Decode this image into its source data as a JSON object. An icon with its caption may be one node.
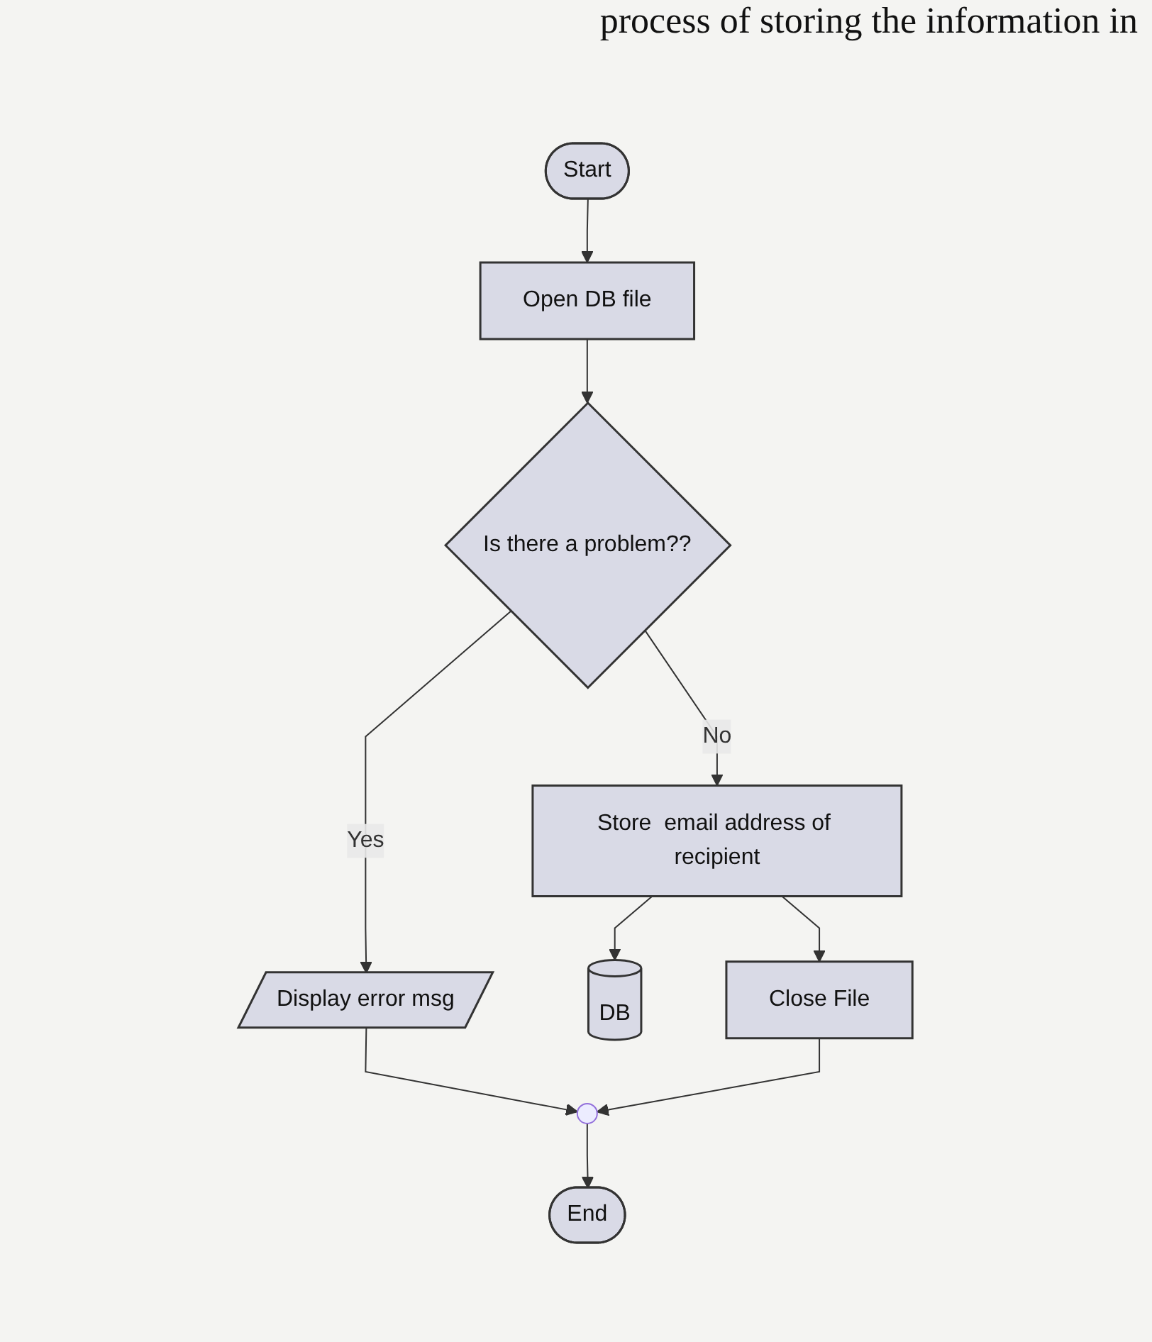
{
  "diagram": {
    "nodes": [
      {
        "text": [
          "Start"
        ]
      },
      {
        "text": [
          "Open DB file"
        ]
      },
      {
        "text": [
          "Is there a problem??"
        ]
      },
      {
        "text": [
          "Store  email address of recipient"
        ]
      },
      {
        "text": [
          "DB"
        ]
      },
      {
        "text": [
          "Display error msg"
        ]
      },
      {
        "text": [
          "Close File"
        ]
      },
      {
        "text": [],
        "shape": "circle"
      },
      {
        "text": [
          "End"
        ]
      }
    ],
    "edges": [
      {
        "from": 0,
        "to": 1,
        "arrow": "to"
      },
      {
        "from": 1,
        "to": 2,
        "arrow": "to"
      },
      {
        "from": 2,
        "to": 5,
        "label": "Yes",
        "arrow": "to"
      },
      {
        "from": 2,
        "to": 3,
        "label": "No",
        "arrow": "to"
      },
      {
        "from": 3,
        "to": 4,
        "arrow": "to"
      },
      {
        "from": 3,
        "to": 6,
        "arrow": "to"
      },
      {
        "from": 5,
        "to": 7,
        "arrow": "to"
      },
      {
        "from": 6,
        "to": 7,
        "arrow": "to"
      },
      {
        "from": 7,
        "to": 8,
        "arrow": "to"
      }
    ],
    "labels": [
      "process of storing the information in"
    ]
  }
}
